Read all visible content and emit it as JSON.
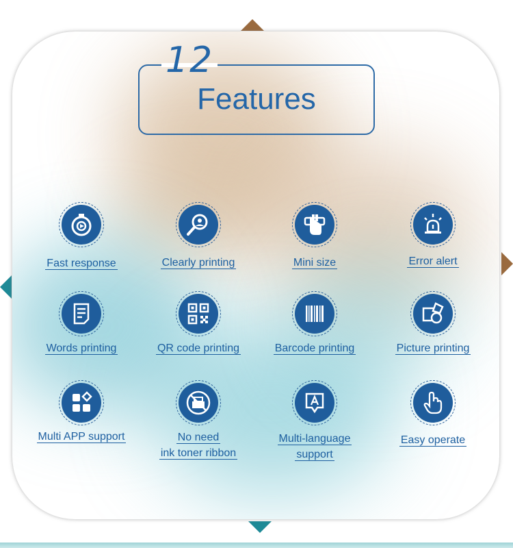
{
  "title": {
    "number": "12",
    "text": "Features"
  },
  "features": [
    {
      "label": "Fast response",
      "icon": "stopwatch-icon"
    },
    {
      "label": "Clearly printing",
      "icon": "magnifier-icon"
    },
    {
      "label": "Mini size",
      "icon": "hand-device-icon"
    },
    {
      "label": "Error alert",
      "icon": "alarm-light-icon"
    },
    {
      "label": "Words printing",
      "icon": "document-icon"
    },
    {
      "label": "QR code printing",
      "icon": "qr-code-icon"
    },
    {
      "label": "Barcode printing",
      "icon": "barcode-icon"
    },
    {
      "label": "Picture printing",
      "icon": "picture-shapes-icon"
    },
    {
      "label": "Multi APP support",
      "icon": "app-grid-icon"
    },
    {
      "label_line1": "No need",
      "label_line2": "ink toner ribbon",
      "icon": "no-toner-icon"
    },
    {
      "label_line1": "Multi-language",
      "label_line2": "support",
      "icon": "language-bubble-icon"
    },
    {
      "label": "Easy operate",
      "icon": "touch-hand-icon"
    }
  ],
  "colors": {
    "primary": "#1f5d9c",
    "accent_tan": "#9a6a3e",
    "accent_teal": "#1e8a97"
  }
}
